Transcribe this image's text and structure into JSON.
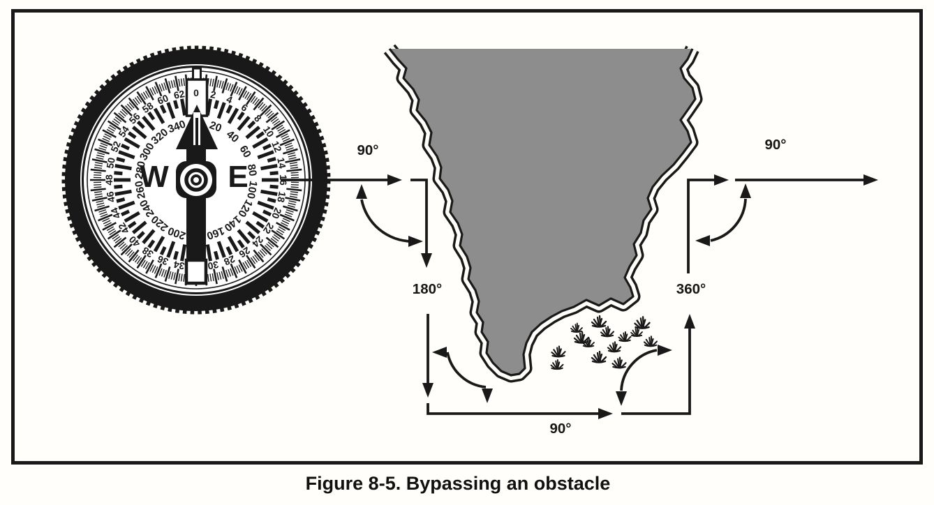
{
  "figure": {
    "caption": "Figure 8-5. Bypassing an obstacle"
  },
  "colors": {
    "ink": "#191919",
    "obstacle_fill": "#8d8d8d",
    "paper": "#fffefa"
  },
  "route": {
    "bearing_labels": [
      {
        "text": "90°"
      },
      {
        "text": "180°"
      },
      {
        "text": "90°"
      },
      {
        "text": "360°"
      },
      {
        "text": "90°"
      }
    ]
  },
  "compass": {
    "cardinals": {
      "west": "W",
      "east": "E"
    },
    "outer_scale_labels": [
      0,
      2,
      4,
      6,
      8,
      10,
      12,
      14,
      16,
      18,
      20,
      22,
      24,
      26,
      28,
      30,
      34,
      36,
      38,
      40,
      42,
      44,
      46,
      48,
      50,
      52,
      54,
      56,
      58,
      60,
      62
    ],
    "inner_scale_labels": [
      20,
      40,
      60,
      80,
      100,
      120,
      140,
      160,
      200,
      220,
      240,
      260,
      280,
      300,
      320,
      340
    ]
  },
  "icons": {
    "marsh": "grass-tuft-icon",
    "north_pointer": "north-arrow-icon"
  }
}
